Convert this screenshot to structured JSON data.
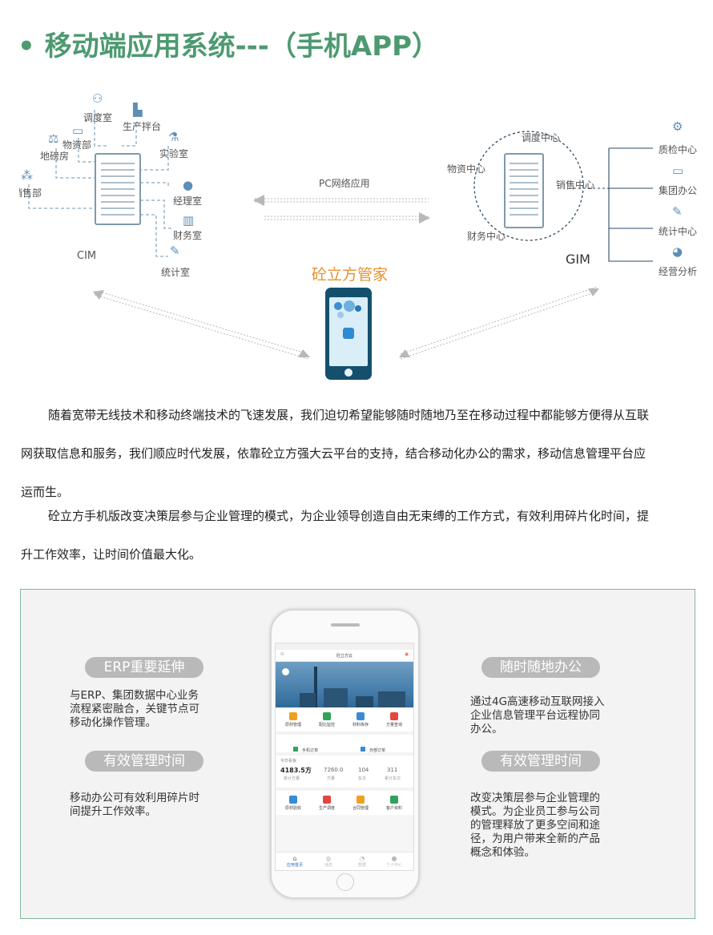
{
  "title": "• 移动端应用系统---（手机APP）",
  "left_diagram": {
    "nodes": [
      "调度室",
      "生产拌台",
      "物资部",
      "地磅房",
      "实验室",
      "销售部",
      "经理室",
      "财务室",
      "统计室"
    ],
    "center_label": "CIM"
  },
  "middle": {
    "network_label": "PC网络应用",
    "app_name": "砼立方管家"
  },
  "right_diagram": {
    "circle_nodes": [
      "调度中心",
      "物资中心",
      "销售中心",
      "财务中心"
    ],
    "center_label": "GIM",
    "branches": [
      "质检中心",
      "集团办公",
      "统计中心",
      "经营分析"
    ]
  },
  "paragraphs": [
    [
      "随着宽带无线技术和移动终端技术的飞速发展，我们迫切希望能够随时随地乃至在移动过程中都能够方便得从互联",
      "网获取信息和服务，我们顺应时代发展，依靠砼立方强大云平台的支持，结合移动化办公的需求，移动信息管理平台应",
      "运而生。"
    ],
    [
      "砼立方手机版改变决策层参与企业管理的模式，为企业领导创造自由无束缚的工作方式，有效利用碎片化时间，提",
      "升工作效率，让时间价值最大化。"
    ]
  ],
  "features": {
    "left1": {
      "title": "ERP重要延伸",
      "lines": [
        "与ERP、集团数据中心业务",
        "流程紧密融合，关键节点可",
        "移动化操作管理。"
      ]
    },
    "left2": {
      "title": "有效管理时间",
      "lines": [
        "移动办公可有效利用碎片时",
        "间提升工作效率。"
      ]
    },
    "right1": {
      "title": "随时随地办公",
      "lines": [
        "通过4G高速移动互联网接入",
        "企业信息管理平台远程协同",
        "办公。"
      ]
    },
    "right2": {
      "title": "有效管理时间",
      "lines": [
        "改变决策层参与企业管理的",
        "模式。为企业员工参与公司",
        "的管理释放了更多空间和途",
        "径，为用户带来全新的产品",
        "概念和体验。"
      ]
    }
  },
  "phone": {
    "app_title": "砼立方云",
    "grid1": [
      "原材管理",
      "配比监控",
      "材料库存",
      "方量查询"
    ],
    "row2": [
      "手机订单",
      "外部订单"
    ],
    "today_label": "今日看板",
    "stats": [
      {
        "value": "4183.5方",
        "label": "累计方量"
      },
      {
        "value": "7260.0",
        "label": "方量"
      },
      {
        "value": "104",
        "label": "车次"
      },
      {
        "value": "311",
        "label": "累计车次"
      }
    ],
    "grid2": [
      "原材验收",
      "生产调度",
      "合同管理",
      "客户资料"
    ],
    "tabs": [
      "应用首页",
      "消息",
      "数据",
      "个人中心"
    ]
  }
}
